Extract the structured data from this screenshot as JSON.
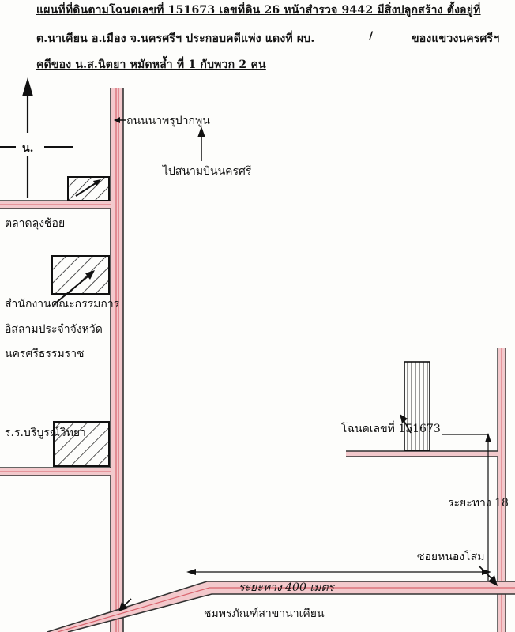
{
  "header": {
    "line1": "แผนที่ที่ดินตามโฉนดเลขที่ 151673 เลขที่ดิน 26 หน้าสำรวจ 9442 มีสิ่งปลูกสร้าง ตั้งอยู่ที่",
    "line2": "ต.นาเคียน อ.เมือง จ.นครศรีฯ ประกอบคดีแพ่ง แดงที่ ผบ.",
    "line2_slash": "/",
    "line2_right": "ของแขวงนครศรีฯ",
    "line3": "คดีของ น.ส.นิตยา หมัดหล้ำ ที่ 1 กับพวก 2 คน"
  },
  "labels": {
    "north": "น.",
    "road": "ถนนนาพรุปากพูน",
    "to_airport": "ไปสนามบินนครศรี",
    "market": "ตลาดลุงช้อย",
    "office_line1": "สำนักงานคณะกรรมการ",
    "office_line2": "อิสลามประจำจังหวัด",
    "office_line3": "นครศรีธรรมราช",
    "school": "ร.ร.บริบูรณ์วิทยา",
    "deed": "โฉนดเลขที่ 151673",
    "distance_right": "ระยะทาง 18",
    "soi": "ซอยหนองโสม",
    "distance_bottom": "ระยะทาง 400 เมตร",
    "branch": "ชมพรภัณฑ์สาขานาเคียน"
  }
}
